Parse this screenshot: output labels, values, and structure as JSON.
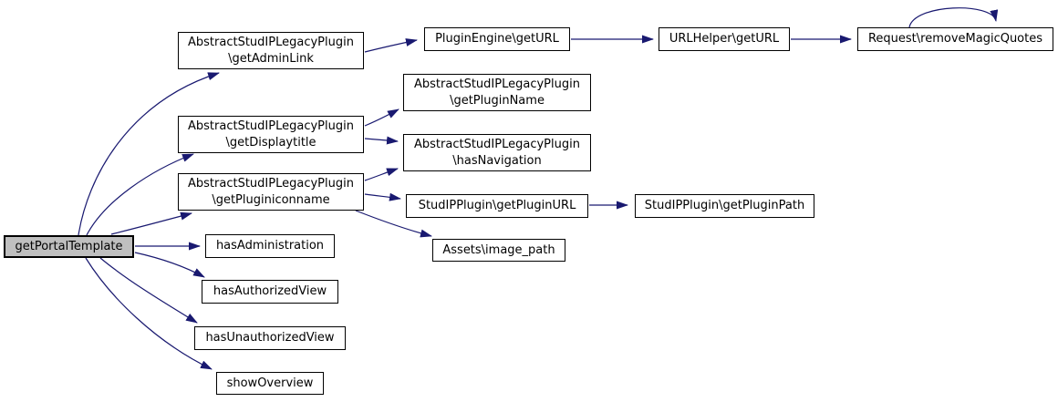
{
  "diagram": {
    "type": "call-graph",
    "colors": {
      "background": "#ffffff",
      "edge": "#191970",
      "node_border": "#000000",
      "node_fill": "#ffffff",
      "highlight_fill": "#bfbfbf",
      "text": "#000000"
    },
    "nodes": [
      {
        "id": "getPortalTemplate",
        "lines": [
          "getPortalTemplate"
        ],
        "highlighted": true
      },
      {
        "id": "getAdminLink",
        "lines": [
          "AbstractStudIPLegacyPlugin",
          "\\getAdminLink"
        ]
      },
      {
        "id": "getDisplaytitle",
        "lines": [
          "AbstractStudIPLegacyPlugin",
          "\\getDisplaytitle"
        ]
      },
      {
        "id": "getPluginiconname",
        "lines": [
          "AbstractStudIPLegacyPlugin",
          "\\getPluginiconname"
        ]
      },
      {
        "id": "hasAdministration",
        "lines": [
          "hasAdministration"
        ]
      },
      {
        "id": "hasAuthorizedView",
        "lines": [
          "hasAuthorizedView"
        ]
      },
      {
        "id": "hasUnauthorizedView",
        "lines": [
          "hasUnauthorizedView"
        ]
      },
      {
        "id": "showOverview",
        "lines": [
          "showOverview"
        ]
      },
      {
        "id": "pluginEngineGetURL",
        "lines": [
          "PluginEngine\\getURL"
        ]
      },
      {
        "id": "getPluginName",
        "lines": [
          "AbstractStudIPLegacyPlugin",
          "\\getPluginName"
        ]
      },
      {
        "id": "hasNavigation",
        "lines": [
          "AbstractStudIPLegacyPlugin",
          "\\hasNavigation"
        ]
      },
      {
        "id": "getPluginURL",
        "lines": [
          "StudIPPlugin\\getPluginURL"
        ]
      },
      {
        "id": "imagePath",
        "lines": [
          "Assets\\image_path"
        ]
      },
      {
        "id": "urlHelperGetURL",
        "lines": [
          "URLHelper\\getURL"
        ]
      },
      {
        "id": "getPluginPath",
        "lines": [
          "StudIPPlugin\\getPluginPath"
        ]
      },
      {
        "id": "removeMagicQuotes",
        "lines": [
          "Request\\removeMagicQuotes"
        ]
      }
    ],
    "edges": [
      {
        "from": "getPortalTemplate",
        "to": "AbstractStudIPLegacyPlugin\\getAdminLink"
      },
      {
        "from": "getPortalTemplate",
        "to": "AbstractStudIPLegacyPlugin\\getDisplaytitle"
      },
      {
        "from": "getPortalTemplate",
        "to": "AbstractStudIPLegacyPlugin\\getPluginiconname"
      },
      {
        "from": "getPortalTemplate",
        "to": "hasAdministration"
      },
      {
        "from": "getPortalTemplate",
        "to": "hasAuthorizedView"
      },
      {
        "from": "getPortalTemplate",
        "to": "hasUnauthorizedView"
      },
      {
        "from": "getPortalTemplate",
        "to": "showOverview"
      },
      {
        "from": "AbstractStudIPLegacyPlugin\\getAdminLink",
        "to": "PluginEngine\\getURL"
      },
      {
        "from": "PluginEngine\\getURL",
        "to": "URLHelper\\getURL"
      },
      {
        "from": "URLHelper\\getURL",
        "to": "Request\\removeMagicQuotes"
      },
      {
        "from": "Request\\removeMagicQuotes",
        "to": "Request\\removeMagicQuotes"
      },
      {
        "from": "AbstractStudIPLegacyPlugin\\getDisplaytitle",
        "to": "AbstractStudIPLegacyPlugin\\getPluginName"
      },
      {
        "from": "AbstractStudIPLegacyPlugin\\getDisplaytitle",
        "to": "AbstractStudIPLegacyPlugin\\hasNavigation"
      },
      {
        "from": "AbstractStudIPLegacyPlugin\\getPluginiconname",
        "to": "AbstractStudIPLegacyPlugin\\hasNavigation"
      },
      {
        "from": "AbstractStudIPLegacyPlugin\\getPluginiconname",
        "to": "StudIPPlugin\\getPluginURL"
      },
      {
        "from": "AbstractStudIPLegacyPlugin\\getPluginiconname",
        "to": "Assets\\image_path"
      },
      {
        "from": "StudIPPlugin\\getPluginURL",
        "to": "StudIPPlugin\\getPluginPath"
      }
    ]
  }
}
